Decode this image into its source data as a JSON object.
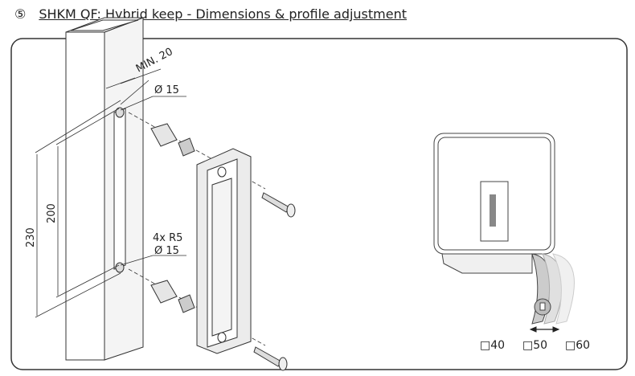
{
  "header": {
    "step_number": "⑤",
    "title": "SHKM QF: Hybrid keep  -  Dimensions & profile adjustment"
  },
  "left_drawing": {
    "min_label": "MIN. 20",
    "hole_top_label": "Ø 15",
    "dim_200": "200",
    "dim_230": "230",
    "radius_label": "4x R5",
    "hole_bottom_label": "Ø 15"
  },
  "right_drawing": {
    "profile_sizes": [
      "□40",
      "□50",
      "□60"
    ]
  }
}
